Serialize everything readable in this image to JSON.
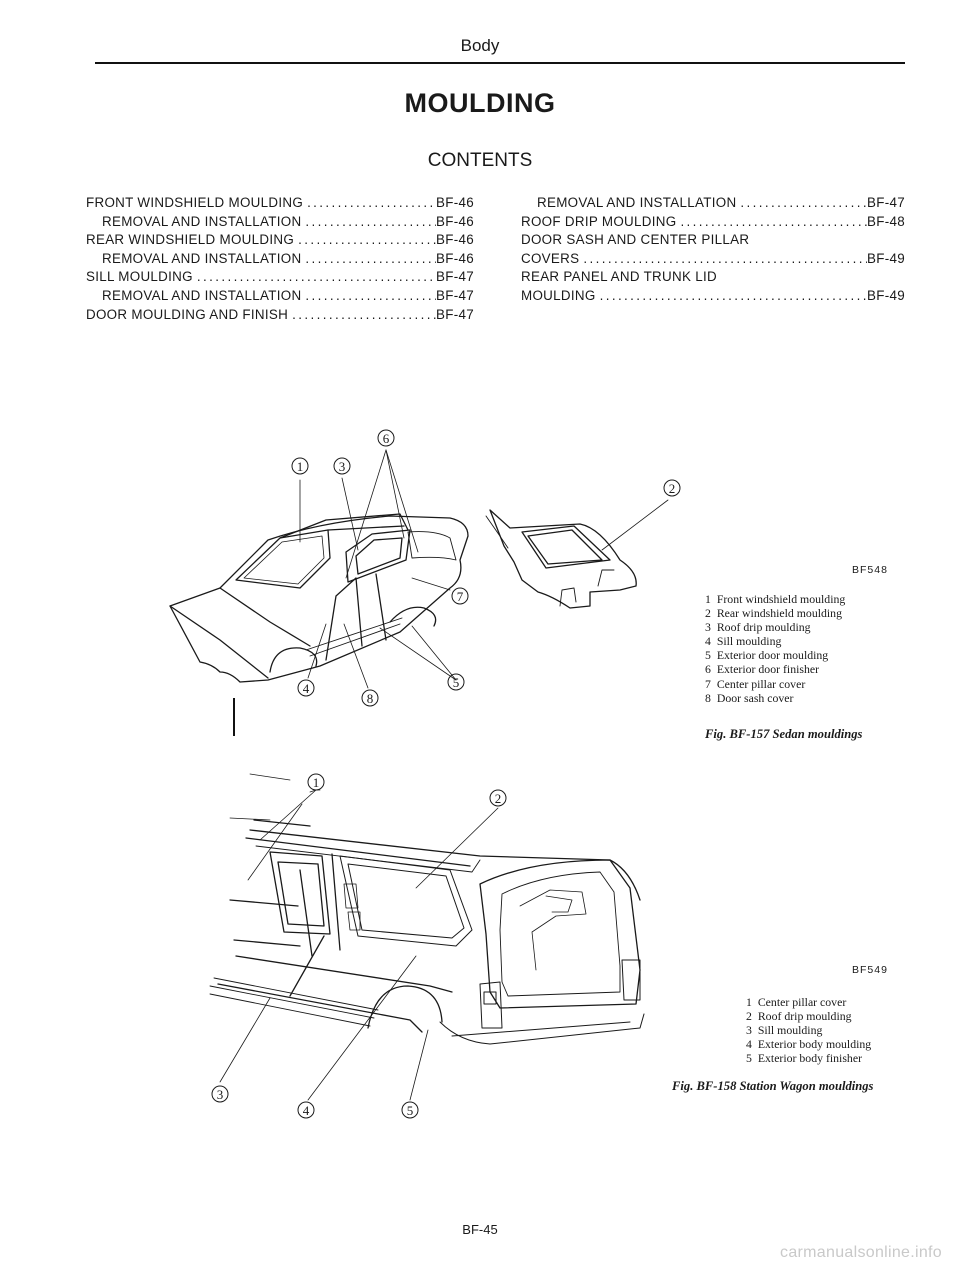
{
  "header": {
    "section": "Body"
  },
  "title": "MOULDING",
  "contents_heading": "CONTENTS",
  "toc_left": [
    {
      "label": "FRONT WINDSHIELD MOULDING",
      "page": "BF-46",
      "indent": false
    },
    {
      "label": "REMOVAL AND INSTALLATION",
      "page": "BF-46",
      "indent": true
    },
    {
      "label": "REAR WINDSHIELD MOULDING",
      "page": "BF-46",
      "indent": false
    },
    {
      "label": "REMOVAL AND INSTALLATION",
      "page": "BF-46",
      "indent": true
    },
    {
      "label": "SILL MOULDING",
      "page": "BF-47",
      "indent": false
    },
    {
      "label": "REMOVAL AND INSTALLATION",
      "page": "BF-47",
      "indent": true
    },
    {
      "label": "DOOR MOULDING AND FINISH",
      "page": "BF-47",
      "indent": false
    }
  ],
  "toc_right": [
    {
      "label": "REMOVAL AND INSTALLATION",
      "page": "BF-47",
      "indent": true
    },
    {
      "label": "ROOF DRIP MOULDING",
      "page": "BF-48",
      "indent": false
    },
    {
      "label": "DOOR SASH AND CENTER PILLAR",
      "page": "",
      "indent": false
    },
    {
      "label": "COVERS",
      "page": "BF-49",
      "indent": false
    },
    {
      "label": "REAR PANEL AND TRUNK LID",
      "page": "",
      "indent": false
    },
    {
      "label": "MOULDING",
      "page": "BF-49",
      "indent": false
    }
  ],
  "figure1": {
    "code": "BF548",
    "callouts": [
      "1",
      "3",
      "6",
      "7",
      "4",
      "8",
      "5",
      "2"
    ],
    "legend": [
      {
        "num": "1",
        "text": "Front windshield moulding"
      },
      {
        "num": "2",
        "text": "Rear windshield moulding"
      },
      {
        "num": "3",
        "text": "Roof drip moulding"
      },
      {
        "num": "4",
        "text": "Sill moulding"
      },
      {
        "num": "5",
        "text": "Exterior door moulding"
      },
      {
        "num": "6",
        "text": "Exterior door finisher"
      },
      {
        "num": "7",
        "text": "Center pillar cover"
      },
      {
        "num": "8",
        "text": "Door sash cover"
      }
    ],
    "caption": "Fig. BF-157  Sedan mouldings"
  },
  "figure2": {
    "code": "BF549",
    "callouts": [
      "1",
      "2",
      "3",
      "4",
      "5"
    ],
    "legend": [
      {
        "num": "1",
        "text": "Center pillar cover"
      },
      {
        "num": "2",
        "text": "Roof drip moulding"
      },
      {
        "num": "3",
        "text": "Sill moulding"
      },
      {
        "num": "4",
        "text": "Exterior body moulding"
      },
      {
        "num": "5",
        "text": "Exterior body finisher"
      }
    ],
    "caption": "Fig. BF-158  Station Wagon mouldings"
  },
  "footer": {
    "page_number": "BF-45",
    "watermark": "carmanualsonline.info"
  }
}
